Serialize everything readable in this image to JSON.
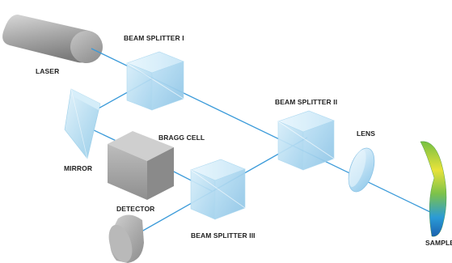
{
  "labels": {
    "laser": "LASER",
    "beam_splitter_1": "BEAM SPLITTER I",
    "beam_splitter_2": "BEAM SPLITTER II",
    "beam_splitter_3": "BEAM SPLITTER III",
    "bragg_cell": "BRAGG CELL",
    "mirror": "MIRROR",
    "lens": "LENS",
    "detector": "DETECTOR",
    "sample": "SAMPLE"
  },
  "colors": {
    "beam": "#3a9ad9",
    "cube_face": "#bfe3f5",
    "device_gray": "#9a9a9a",
    "label_text": "#222222"
  }
}
